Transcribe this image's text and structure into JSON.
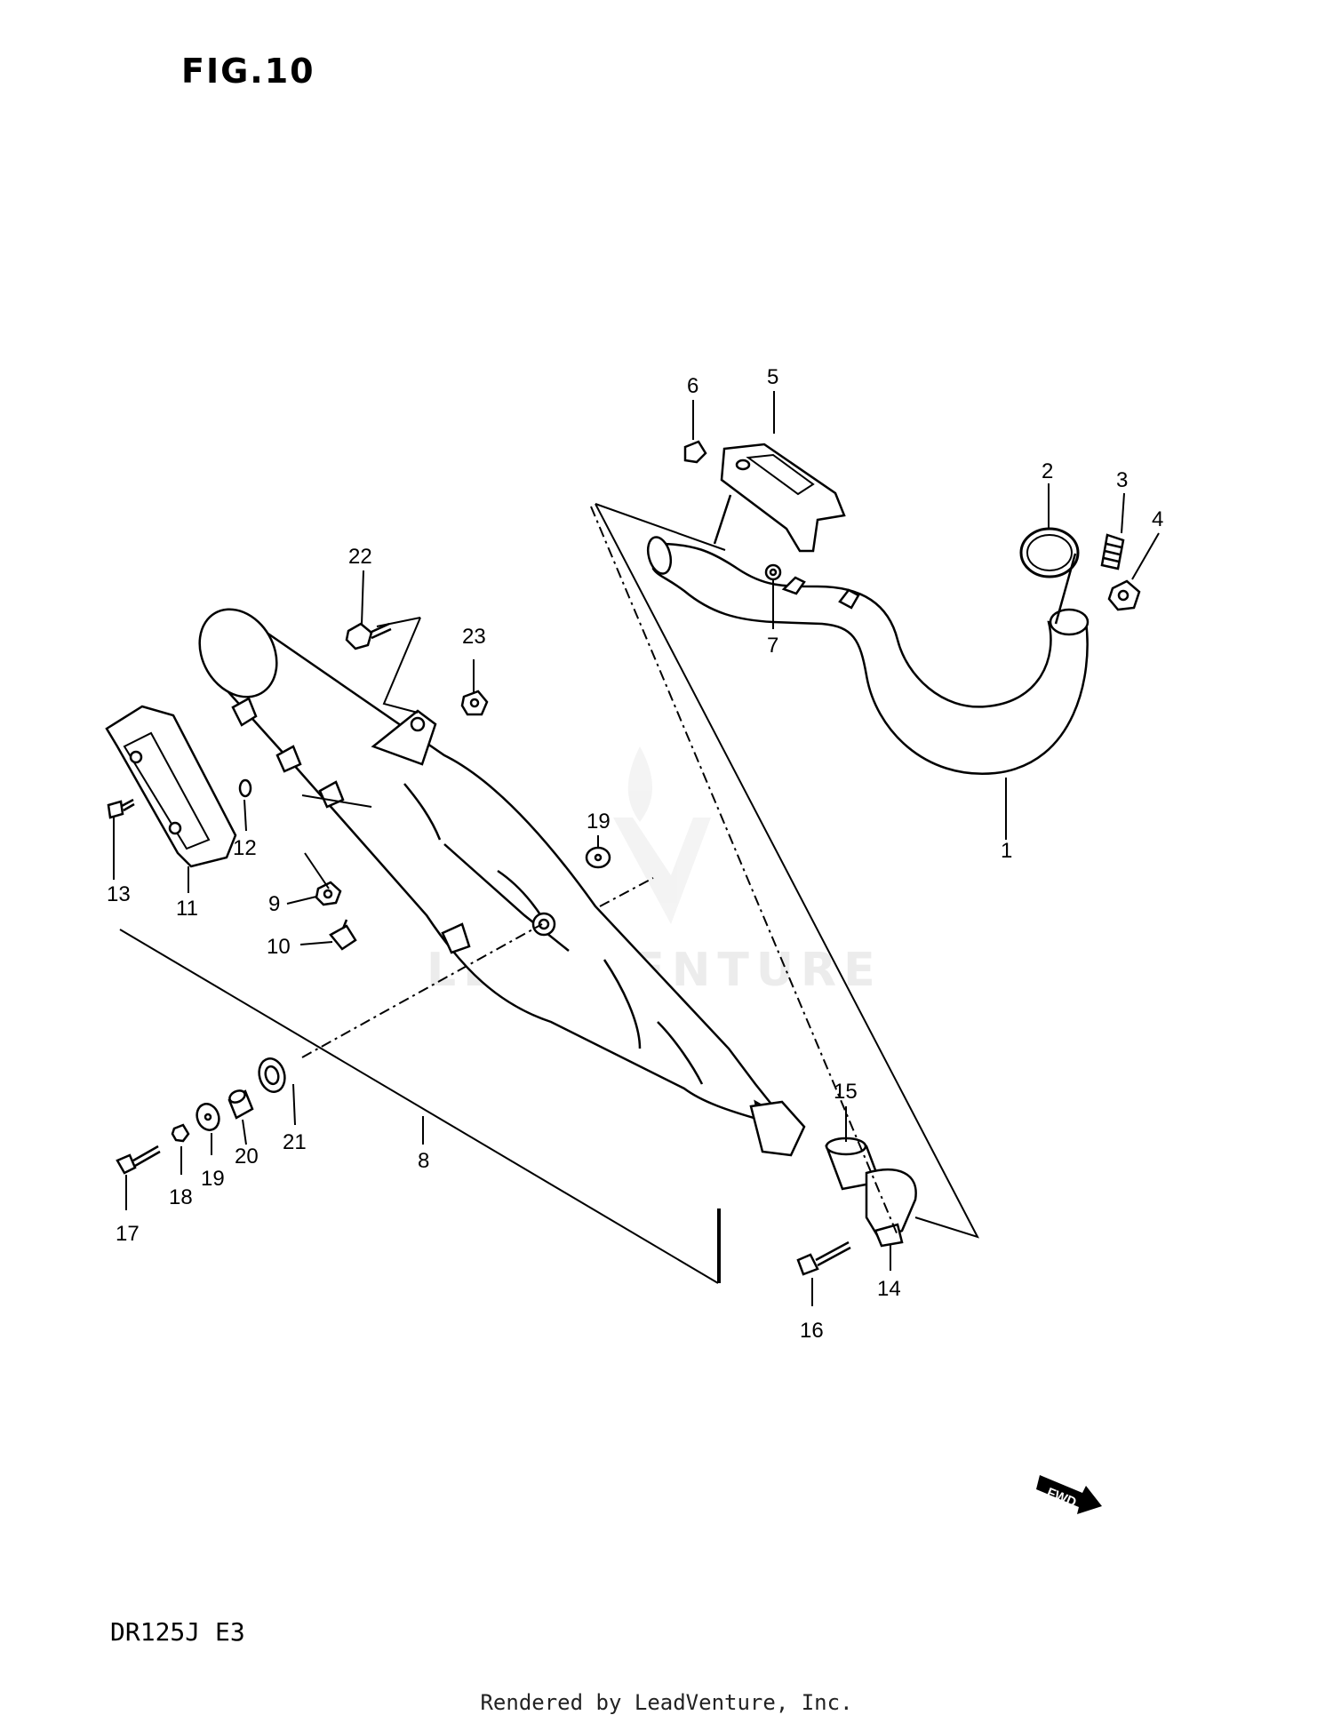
{
  "figure_title": "FIG.10",
  "model_code": "DR125J  E3",
  "footer": "Rendered by LeadVenture, Inc.",
  "watermark": "LEADVENTURE",
  "direction_indicator": "FWD",
  "callouts": [
    "1",
    "2",
    "3",
    "4",
    "5",
    "6",
    "7",
    "8",
    "9",
    "10",
    "11",
    "12",
    "13",
    "14",
    "15",
    "16",
    "17",
    "18",
    "19",
    "19",
    "20",
    "21",
    "22",
    "23"
  ]
}
